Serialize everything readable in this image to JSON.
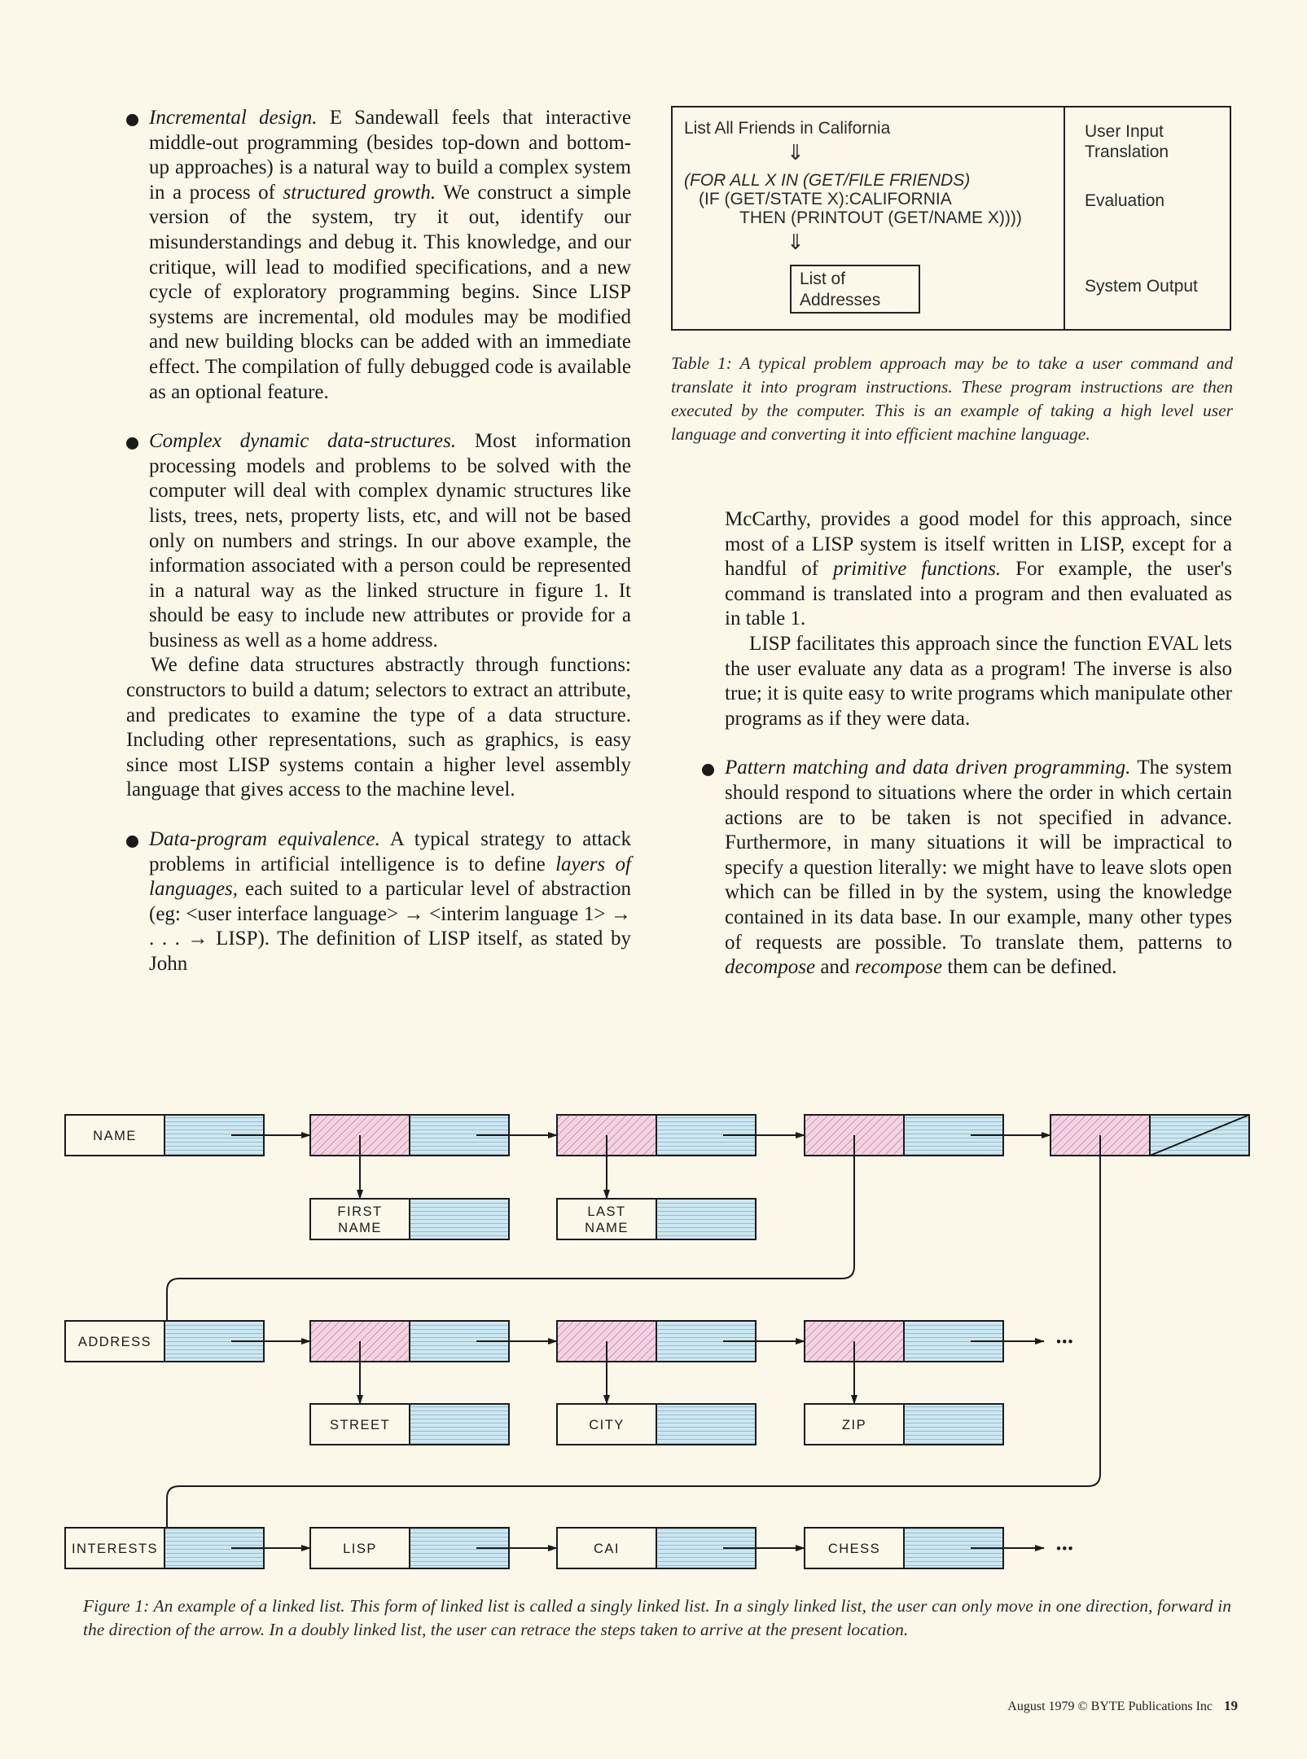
{
  "left_column": {
    "p1_term": "Incremental design.",
    "p1_a": " E Sandewall feels that interactive middle-out programming (besides top-down and bottom-up approaches) is a natural way to build a complex system in a process of ",
    "p1_em": "structured growth.",
    "p1_b": " We construct a simple version of the system, try it out, identify our misunderstandings and debug it. This knowledge, and our critique, will lead to modified specifications, and a new cycle of exploratory programming begins. Since LISP systems are incremental, old modules may be modified and new building blocks can be added with an immediate effect. The compilation of fully debugged code is available as an optional feature.",
    "p2_term": "Complex dynamic data-structures.",
    "p2_a": " Most information processing models and problems to be solved with the computer will deal with complex dynamic structures like lists, trees, nets, property lists, etc, and will not be based only on numbers and strings. In our above example, the information associated with a person could be represented in a natural way as the linked structure in figure 1. It should be easy to include new attributes or provide for a business as well as a home address.",
    "p3": "We define data structures abstractly through functions: constructors to build a datum; selectors to extract an attribute, and predicates to examine the type of a data structure. Including other representations, such as graphics, is easy since most LISP systems contain a higher level assembly language that gives access to the machine level.",
    "p4_term": "Data-program equivalence.",
    "p4_a": " A typical strategy to attack problems in artificial intelligence is to define ",
    "p4_em": "layers of languages,",
    "p4_b": " each suited to a particular level of abstraction (eg: <user interface language> → <interim language 1> → . . . → LISP). The definition of LISP itself, as stated by John"
  },
  "right_column": {
    "p1": "McCarthy, provides a good model for this approach, since most of a LISP system is itself written in LISP, except for a handful of ",
    "p1_em": "primitive functions.",
    "p1_b": " For example, the user's command is translated into a program and then evaluated as in table 1.",
    "p2": "LISP facilitates this approach since the function EVAL lets the user evaluate any data as a program! The inverse is also true; it is quite easy to write programs which manipulate other programs as if they were data.",
    "p3_term": "Pattern matching and data driven programming.",
    "p3_a": " The system should respond to situations where the order in which certain actions are to be taken is not specified in advance. Furthermore, in many situations it will be impractical to specify a question literally: we might have to leave slots open which can be filled in by the system, using the knowledge contained in its data base. In our example, many other types of requests are possible. To translate them, patterns to ",
    "p3_em1": "decompose",
    "p3_mid": " and ",
    "p3_em2": "recompose",
    "p3_b": " them can be defined."
  },
  "table1": {
    "query": "List All Friends in California",
    "code_line1": "(FOR ALL X IN (GET/FILE FRIENDS)",
    "code_line2": "(IF (GET/STATE X):CALIFORNIA",
    "code_line3": "THEN (PRINTOUT (GET/NAME X))))",
    "output_line1": "List of",
    "output_line2": "Addresses",
    "label_input_1": "User Input",
    "label_input_2": "Translation",
    "label_eval": "Evaluation",
    "label_output": "System Output",
    "caption": "Table 1: A typical problem approach may be to take a user command and translate it into program instructions. These program instructions are then executed by the computer. This is an example of taking a high level user language and converting it into efficient machine language."
  },
  "figure1": {
    "row1_head": "NAME",
    "first_name_1": "FIRST",
    "first_name_2": "NAME",
    "last_name_1": "LAST",
    "last_name_2": "NAME",
    "row2_head": "ADDRESS",
    "street": "STREET",
    "city": "CITY",
    "zip": "ZIP",
    "row3_head": "INTERESTS",
    "interest_1": "LISP",
    "interest_2": "CAI",
    "interest_3": "CHESS",
    "ellipsis": "•••",
    "caption": "Figure 1: An example of a linked list. This form of linked list is called a singly linked list. In a singly linked list, the user can only move in one direction, forward in the direction of the arrow. In a doubly linked list, the user can retrace the steps taken to arrive at the present location.",
    "colors": {
      "pointer_cell": "#cfe6ee",
      "pointer_lines": "#8fbfd3",
      "data_cell": "#f2d3e1",
      "data_hatch": "#c06a94"
    }
  },
  "footer": {
    "text": "August 1979 © BYTE Publications Inc",
    "page": "19"
  }
}
